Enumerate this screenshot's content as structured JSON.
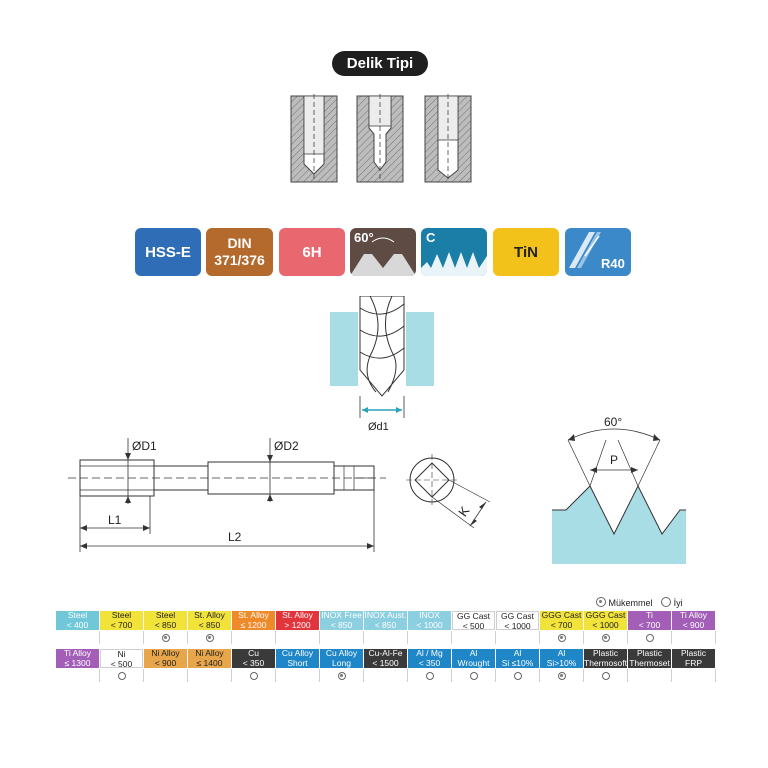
{
  "header": {
    "hole_type_label": "Delik Tipi"
  },
  "badges": {
    "hss": "HSS-E",
    "din_line1": "DIN",
    "din_line2": "371/376",
    "tolerance": "6H",
    "angle": "60°",
    "chamfer": "C",
    "coating": "TiN",
    "rake": "R40"
  },
  "dimensions": {
    "d1_tap": "ØD1",
    "d2_tap": "ØD2",
    "l1": "L1",
    "l2": "L2",
    "drill_d1": "Ød1",
    "square_k": "K",
    "thread_angle": "60°",
    "pitch": "P"
  },
  "legend": {
    "excellent": "Mükemmel",
    "good": "İyi"
  },
  "materials_row1": [
    {
      "l1": "Steel",
      "l2": "< 400",
      "bg": "#6fc7d7",
      "fg": "#ffffff",
      "rating": "none"
    },
    {
      "l1": "Steel",
      "l2": "< 700",
      "bg": "#f2e33a",
      "fg": "#222222",
      "rating": "none"
    },
    {
      "l1": "Steel",
      "l2": "< 850",
      "bg": "#f2e33a",
      "fg": "#222222",
      "rating": "excellent"
    },
    {
      "l1": "St. Alloy",
      "l2": "< 850",
      "bg": "#f2e33a",
      "fg": "#222222",
      "rating": "excellent"
    },
    {
      "l1": "St. Alloy",
      "l2": "≤ 1200",
      "bg": "#ee8a2a",
      "fg": "#ffffff",
      "rating": "none"
    },
    {
      "l1": "St. Alloy",
      "l2": "> 1200",
      "bg": "#e2353b",
      "fg": "#ffffff",
      "rating": "none"
    },
    {
      "l1": "INOX Free",
      "l2": "< 850",
      "bg": "#8ccfe0",
      "fg": "#ffffff",
      "rating": "none"
    },
    {
      "l1": "INOX Aust.",
      "l2": "< 850",
      "bg": "#8ccfe0",
      "fg": "#ffffff",
      "rating": "none"
    },
    {
      "l1": "INOX",
      "l2": "< 1000",
      "bg": "#8ccfe0",
      "fg": "#ffffff",
      "rating": "none"
    },
    {
      "l1": "GG Cast",
      "l2": "< 500",
      "bg": "#ffffff",
      "fg": "#222222",
      "rating": "none"
    },
    {
      "l1": "GG Cast",
      "l2": "< 1000",
      "bg": "#ffffff",
      "fg": "#222222",
      "rating": "none"
    },
    {
      "l1": "GGG Cast",
      "l2": "< 700",
      "bg": "#f2e33a",
      "fg": "#222222",
      "rating": "excellent"
    },
    {
      "l1": "GGG Cast",
      "l2": "< 1000",
      "bg": "#f2e33a",
      "fg": "#222222",
      "rating": "excellent"
    },
    {
      "l1": "Ti",
      "l2": "< 700",
      "bg": "#a35fb8",
      "fg": "#ffffff",
      "rating": "good"
    },
    {
      "l1": "Ti Alloy",
      "l2": "< 900",
      "bg": "#a35fb8",
      "fg": "#ffffff",
      "rating": "none"
    }
  ],
  "materials_row2": [
    {
      "l1": "Ti Alloy",
      "l2": "≤ 1300",
      "bg": "#a35fb8",
      "fg": "#ffffff",
      "rating": "none"
    },
    {
      "l1": "Ni",
      "l2": "< 500",
      "bg": "#ffffff",
      "fg": "#222222",
      "rating": "good"
    },
    {
      "l1": "Ni Alloy",
      "l2": "< 900",
      "bg": "#e8a64a",
      "fg": "#222222",
      "rating": "none"
    },
    {
      "l1": "Ni Alloy",
      "l2": "≤ 1400",
      "bg": "#e8a64a",
      "fg": "#222222",
      "rating": "none"
    },
    {
      "l1": "Cu",
      "l2": "< 350",
      "bg": "#3a3a3a",
      "fg": "#ffffff",
      "rating": "good"
    },
    {
      "l1": "Cu Alloy",
      "l2": "Short",
      "bg": "#1f86c8",
      "fg": "#ffffff",
      "rating": "none"
    },
    {
      "l1": "Cu Alloy",
      "l2": "Long",
      "bg": "#1f86c8",
      "fg": "#ffffff",
      "rating": "excellent"
    },
    {
      "l1": "Cu-Al-Fe",
      "l2": "< 1500",
      "bg": "#3a3a3a",
      "fg": "#ffffff",
      "rating": "none"
    },
    {
      "l1": "Al / Mg",
      "l2": "< 350",
      "bg": "#1f86c8",
      "fg": "#ffffff",
      "rating": "good"
    },
    {
      "l1": "Al",
      "l2": "Wrought",
      "bg": "#1f86c8",
      "fg": "#ffffff",
      "rating": "good"
    },
    {
      "l1": "Al",
      "l2": "Si ≤10%",
      "bg": "#1f86c8",
      "fg": "#ffffff",
      "rating": "good"
    },
    {
      "l1": "Al",
      "l2": "Si>10%",
      "bg": "#1f86c8",
      "fg": "#ffffff",
      "rating": "excellent"
    },
    {
      "l1": "Plastic",
      "l2": "Thermosoft",
      "bg": "#3a3a3a",
      "fg": "#ffffff",
      "rating": "good"
    },
    {
      "l1": "Plastic",
      "l2": "Thermoset",
      "bg": "#3a3a3a",
      "fg": "#ffffff",
      "rating": "none"
    },
    {
      "l1": "Plastic",
      "l2": "FRP",
      "bg": "#3a3a3a",
      "fg": "#ffffff",
      "rating": "none"
    }
  ]
}
